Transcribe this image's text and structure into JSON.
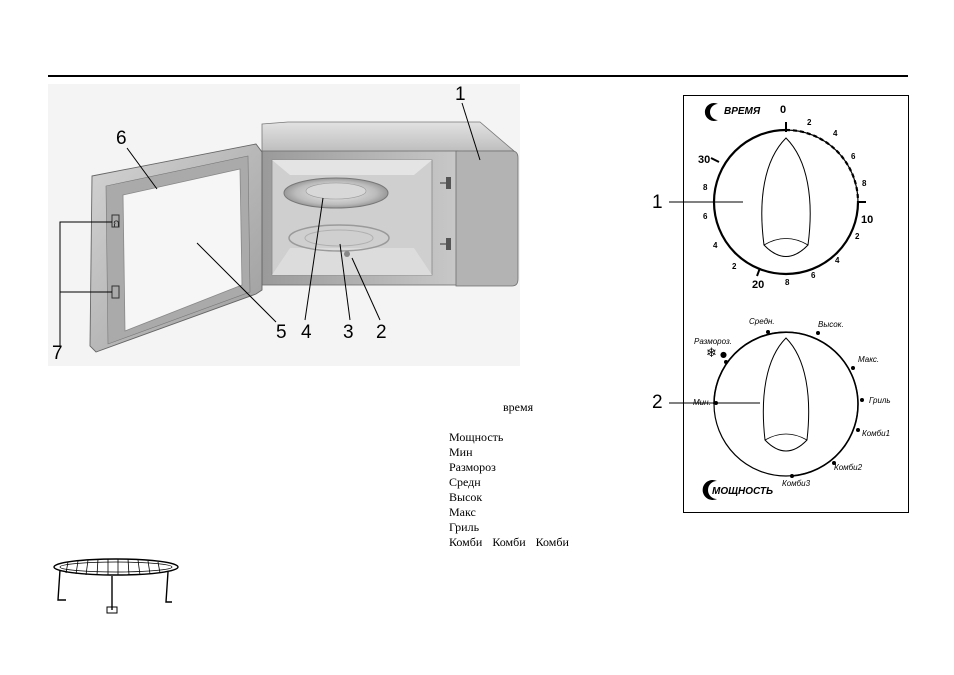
{
  "oven_callouts": [
    "1",
    "2",
    "3",
    "4",
    "5",
    "6",
    "7"
  ],
  "panel_callouts": {
    "one": "1",
    "two": "2"
  },
  "timer": {
    "title": "ВРЕМЯ",
    "major": [
      "0",
      "10",
      "20",
      "30"
    ],
    "minor": [
      "2",
      "4",
      "6",
      "8",
      "2",
      "4",
      "6",
      "8",
      "2",
      "4",
      "6",
      "8"
    ]
  },
  "power": {
    "title": "МОЩНОСТЬ",
    "labels": [
      "Мин.",
      "Размороз.",
      "Средн.",
      "Высок.",
      "Макс.",
      "Гриль",
      "Комби1",
      "Комби2",
      "Комби3"
    ]
  },
  "text": {
    "time_word": "время",
    "list": [
      [
        "Мощность"
      ],
      [
        "Мин"
      ],
      [
        "Размороз"
      ],
      [
        "Средн"
      ],
      [
        "Высок"
      ],
      [
        "Макс"
      ],
      [
        "Гриль"
      ],
      [
        "Комби",
        "Комби",
        "Комби"
      ]
    ]
  }
}
